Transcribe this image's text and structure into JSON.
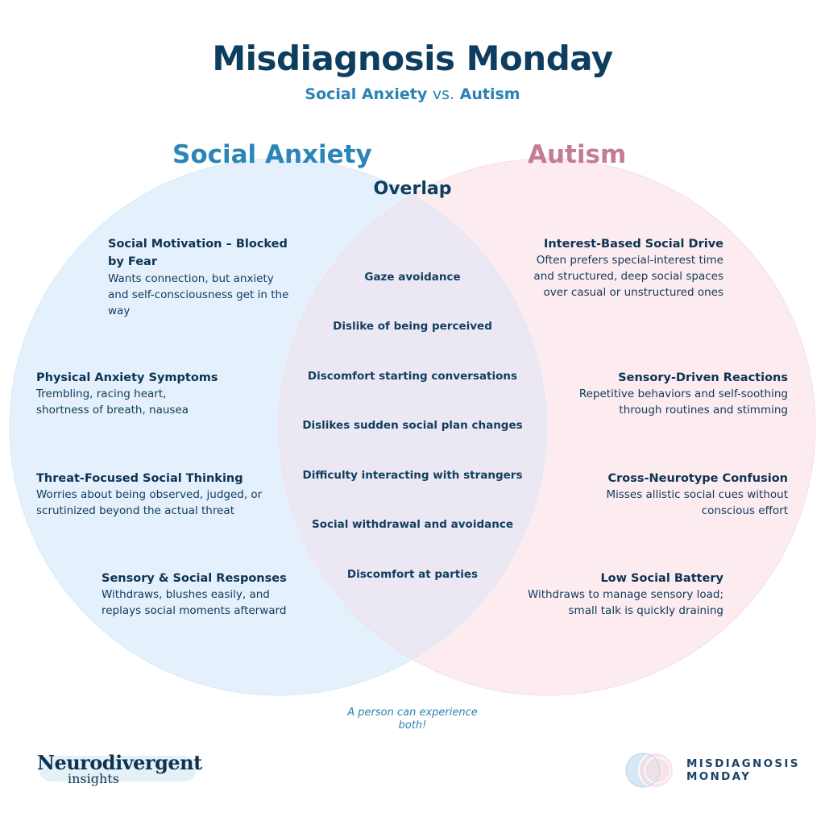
{
  "header": {
    "title": "Misdiagnosis Monday",
    "subtitle_left": "Social Anxiety",
    "subtitle_vs": "vs.",
    "subtitle_right": "Autism"
  },
  "colors": {
    "social_anxiety_fill": "#e4f1fc",
    "autism_fill": "#fcecf0",
    "overlap_fill": "#ebe8f4",
    "social_anxiety_title": "#2a86b8",
    "autism_title": "#c67b92",
    "navy": "#0d3d5f"
  },
  "venn": {
    "social_anxiety_label": "Social Anxiety",
    "autism_label": "Autism",
    "overlap_label": "Overlap"
  },
  "social_anxiety": [
    {
      "heading": "Social Motivation – Blocked by Fear",
      "body": "Wants connection, but anxiety and self-consciousness get in the way"
    },
    {
      "heading": "Physical Anxiety Symptoms",
      "body": "Trembling, racing heart, shortness of breath, nausea"
    },
    {
      "heading": "Threat-Focused Social Thinking",
      "body": "Worries about being observed, judged, or scrutinized beyond the actual threat"
    },
    {
      "heading": "Sensory & Social Responses",
      "body": "Withdraws, blushes easily, and replays social moments afterward"
    }
  ],
  "overlap": [
    "Gaze avoidance",
    "Dislike of being perceived",
    "Discomfort starting conversations",
    "Dislikes sudden social plan changes",
    "Difficulty interacting with strangers",
    "Social withdrawal and avoidance",
    "Discomfort at parties"
  ],
  "autism": [
    {
      "heading": "Interest-Based Social Drive",
      "body": "Often prefers special-interest time and structured, deep social spaces over casual or unstructured ones"
    },
    {
      "heading": "Sensory-Driven Reactions",
      "body": "Repetitive behaviors and self-soothing through routines and stimming"
    },
    {
      "heading": "Cross-Neurotype Confusion",
      "body": "Misses allistic social cues without conscious effort"
    },
    {
      "heading": "Low Social Battery",
      "body": "Withdraws to manage sensory load; small talk is quickly draining"
    }
  ],
  "footnote": "A person can experience both!",
  "logos": {
    "left_line1": "Neurodivergent",
    "left_line2": "insights",
    "right_line1": "MISDIAGNOSIS",
    "right_line2": "MONDAY"
  }
}
